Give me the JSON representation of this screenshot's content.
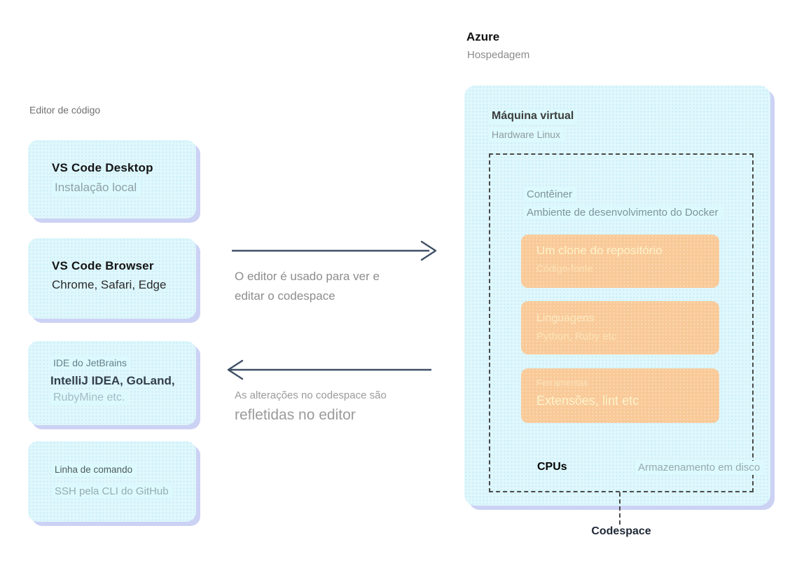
{
  "colors": {
    "cyan_box_fill": "#d4f1f9",
    "cyan_highlight": "#dcfafd",
    "box_shadow": "#ccd2f4",
    "orange_box_fill": "#f9c997",
    "orange_text": "#fdf3c9",
    "arrow": "#3e5065",
    "dashed_border": "#4a4a4a",
    "gray_text": "#8d8d8d"
  },
  "editor_column": {
    "label": "Editor de código",
    "vscode_desktop": {
      "title": "VS Code Desktop",
      "subtitle": "Instalação local"
    },
    "vscode_browser": {
      "title": "VS Code Browser",
      "subtitle": "Chrome, Safari, Edge"
    },
    "jetbrains": {
      "kicker": "IDE do JetBrains",
      "title": "IntelliJ IDEA, GoLand,",
      "subtitle": "RubyMine etc."
    },
    "cli": {
      "kicker": "Linha de comando",
      "subtitle": "SSH pela CLI do GitHub"
    }
  },
  "flow_forward": {
    "line1": "O editor é usado para ver e",
    "line2": "editar o codespace"
  },
  "flow_backward": {
    "line1": "As alterações no codespace são",
    "line2": "refletidas no editor"
  },
  "hosting": {
    "title": "Azure",
    "subtitle": "Hospedagem"
  },
  "vm": {
    "title": "Máquina virtual",
    "subtitle": "Hardware Linux",
    "container": {
      "title": "Contêiner",
      "subtitle": "Ambiente de desenvolvimento do Docker",
      "repo": {
        "title": "Um clone do repositório",
        "subtitle": "Código-fonte"
      },
      "languages": {
        "title": "Linguagens",
        "subtitle": "Python, Ruby etc"
      },
      "tools": {
        "kicker": "Ferramentas",
        "title": "Extensões, lint etc"
      },
      "cpus": "CPUs",
      "disk": "Armazenamento em disco"
    }
  },
  "codespace_label": "Codespace"
}
